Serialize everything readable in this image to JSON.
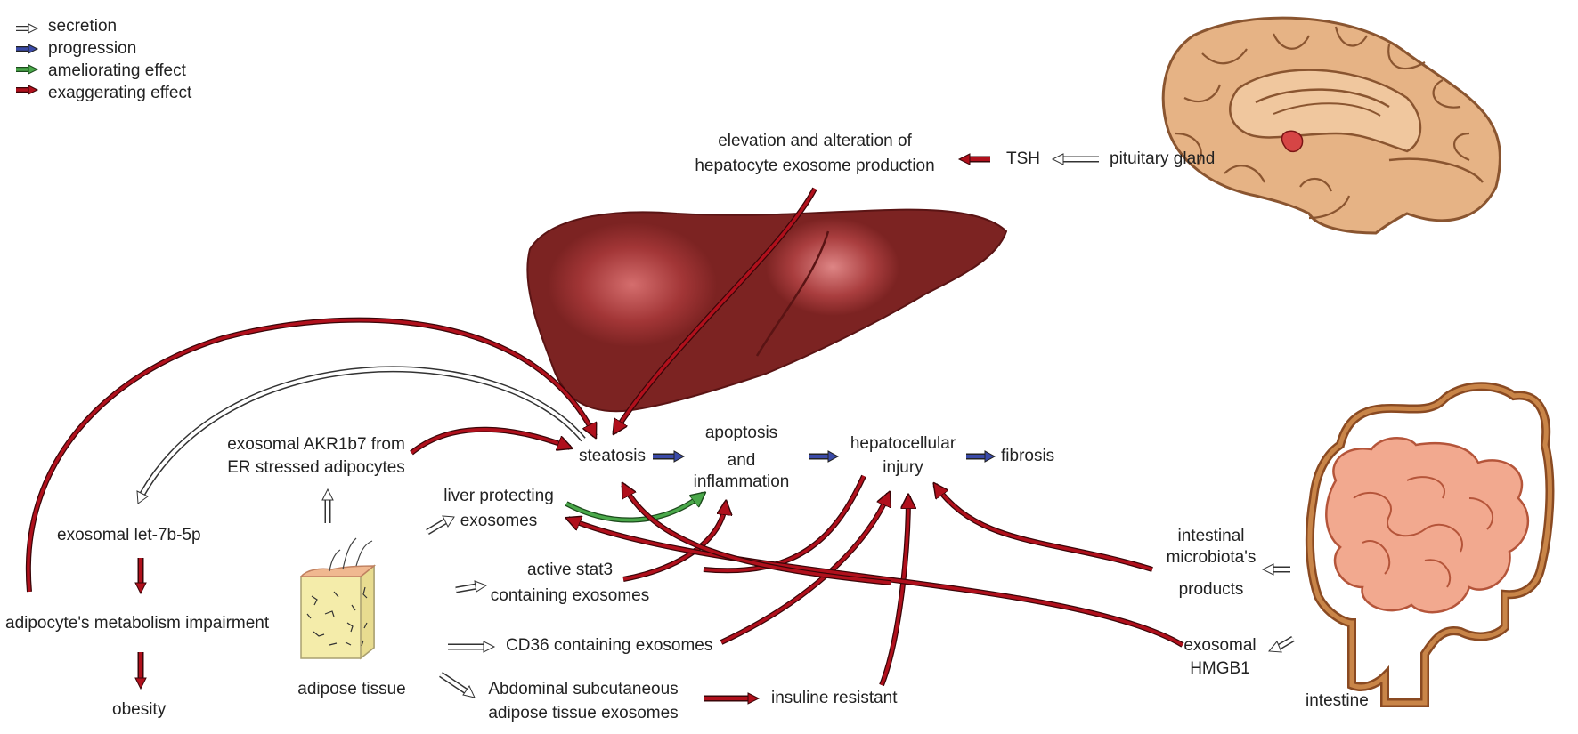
{
  "legend": {
    "secretion": "secretion",
    "progression": "progression",
    "ameliorating": "ameliorating effect",
    "exaggerating": "exaggerating effect"
  },
  "colors": {
    "secretion": "#ffffff",
    "progression": "#3a4aa8",
    "ameliorating": "#4aa84a",
    "exaggerating": "#b0101c",
    "liver": "#7c2322",
    "brain": "#e6b385",
    "intestine_outer": "#a0602f",
    "small_intestine": "#f2a98f",
    "adipose": "#f4ecaa"
  },
  "labels": {
    "elevation": "elevation and alteration of",
    "hepatocyte": "hepatocyte exosome production",
    "tsh": "TSH",
    "pituitary": "pituitary gland",
    "akr_1": "exosomal AKR1b7 from",
    "akr_2": "ER stressed adipocytes",
    "steatosis": "steatosis",
    "apoptosis_1": "apoptosis",
    "apoptosis_2": "and",
    "apoptosis_3": "inflammation",
    "injury_1": "hepatocellular",
    "injury_2": "injury",
    "fibrosis": "fibrosis",
    "liver_protect_1": "liver protecting",
    "liver_protect_2": "exosomes",
    "let7b": "exosomal let-7b-5p",
    "adipo_impair": "adipocyte's metabolism impairment",
    "obesity": "obesity",
    "adipose": "adipose tissue",
    "stat3_1": "active stat3",
    "stat3_2": "containing exosomes",
    "cd36": "CD36 containing exosomes",
    "abd_1": "Abdominal subcutaneous",
    "abd_2": "adipose tissue exosomes",
    "insulin": "insuline resistant",
    "microbiota_1": "intestinal",
    "microbiota_2": "microbiota's",
    "microbiota_3": "products",
    "hmgb1_1": "exosomal",
    "hmgb1_2": "HMGB1",
    "intestine": "intestine"
  }
}
